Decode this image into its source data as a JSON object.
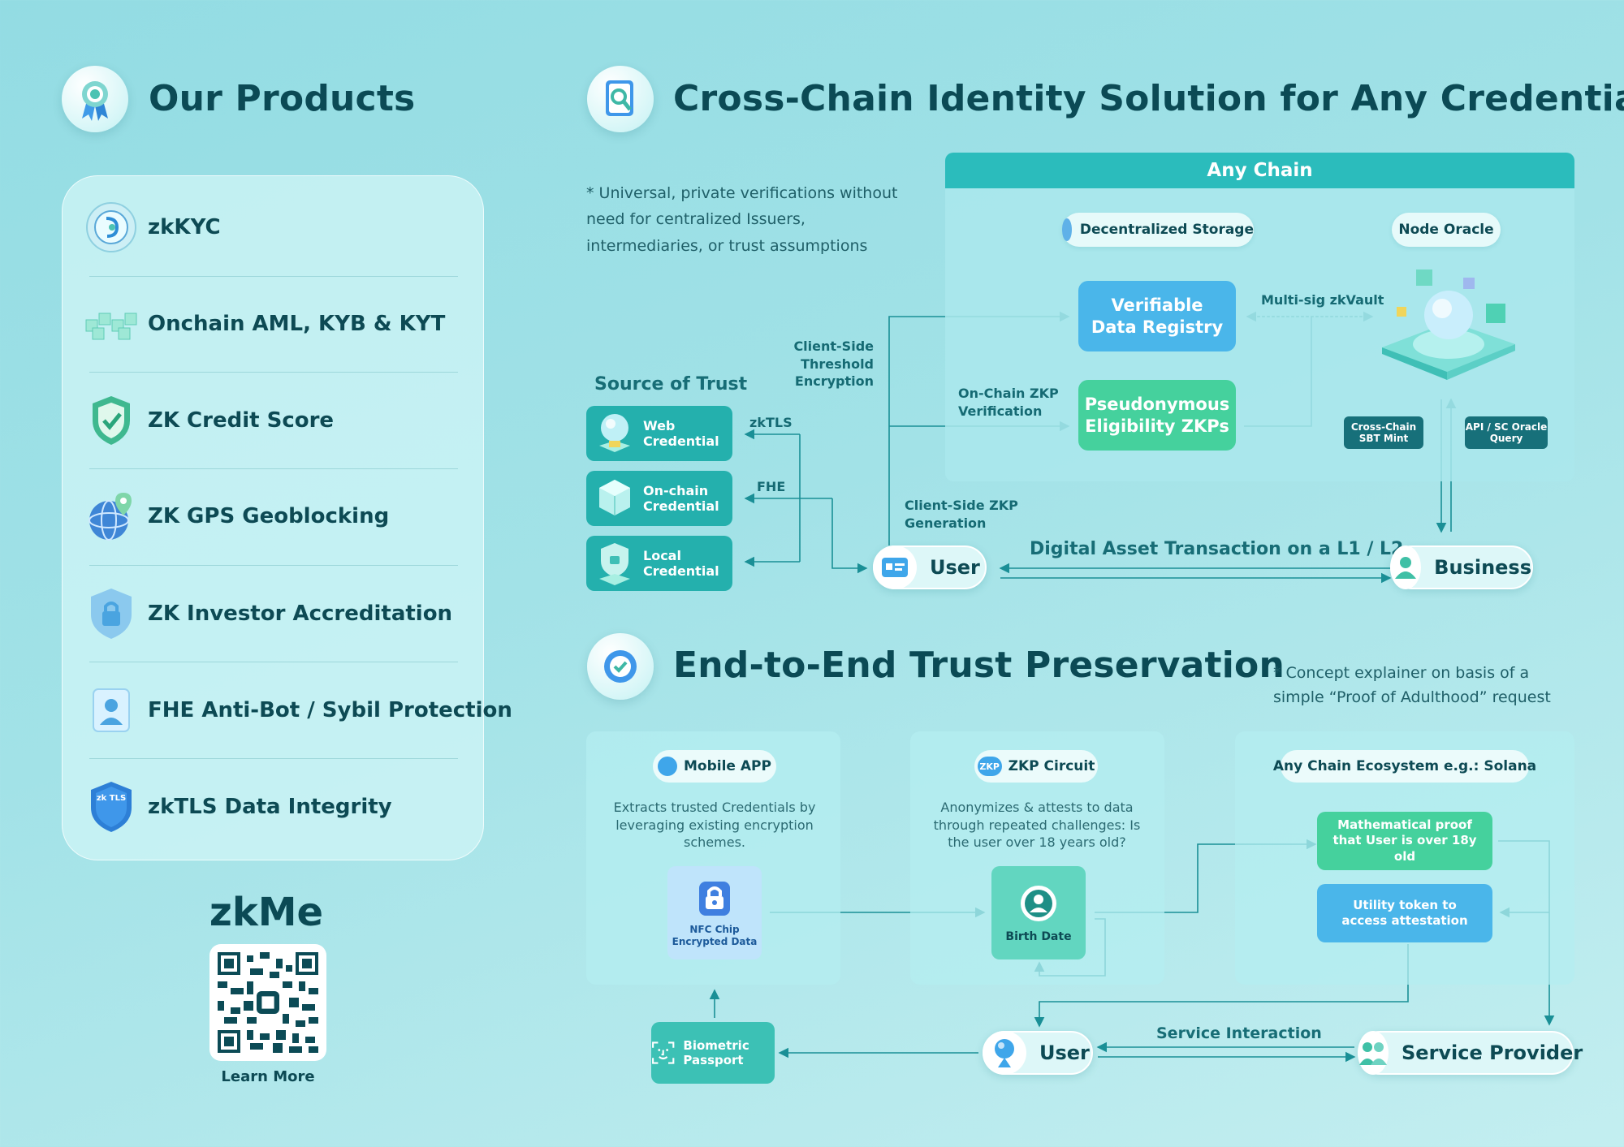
{
  "products": {
    "title": "Our Products",
    "items": [
      {
        "label": "zkKYC",
        "icon": "face-scan-icon"
      },
      {
        "label": "Onchain AML, KYB & KYT",
        "icon": "blocks-icon"
      },
      {
        "label": "ZK Credit Score",
        "icon": "shield-check-icon"
      },
      {
        "label": "ZK GPS Geoblocking",
        "icon": "globe-pin-icon"
      },
      {
        "label": "ZK Investor Accreditation",
        "icon": "lock-badge-icon"
      },
      {
        "label": "FHE Anti-Bot / Sybil Protection",
        "icon": "id-card-icon"
      },
      {
        "label": "zkTLS Data Integrity",
        "icon": "zktls-shield-icon"
      }
    ],
    "zktls_icon_text": "zk TLS",
    "brand": "zkMe",
    "learn_more": "Learn More"
  },
  "cross_chain": {
    "title": "Cross-Chain Identity Solution for Any Credential",
    "note": "*  Universal, private verifications without need for centralized Issuers, intermediaries, or trust assumptions",
    "any_chain": "Any Chain",
    "decentralized_storage": "Decentralized Storage",
    "node_oracle": "Node Oracle",
    "verifiable_data_registry": "Verifiable Data Registry",
    "pseudonymous_zkps": "Pseudonymous Eligibility ZKPs",
    "multisig": "Multi-sig zkVault",
    "cross_chain_sbt": "Cross-Chain SBT Mint",
    "api_sc": "API / SC Oracle Query",
    "source_of_trust": "Source of Trust",
    "sources": [
      {
        "label": "Web Credential"
      },
      {
        "label": "On-chain Credential"
      },
      {
        "label": "Local Credential"
      }
    ],
    "zktls": "zkTLS",
    "fhe": "FHE",
    "client_side_encryption": "Client-Side Threshold Encryption",
    "onchain_zkp": "On-Chain ZKP Verification",
    "client_side_zkp": "Client-Side ZKP Generation",
    "digital_asset_tx": "Digital Asset Transaction on a L1 / L2",
    "user": "User",
    "business": "Business"
  },
  "e2e": {
    "title": "End-to-End Trust Preservation",
    "note": "*  Concept explainer on basis of a simple “Proof of Adulthood” request",
    "mobile_app": "Mobile APP",
    "mobile_desc": "Extracts trusted Credentials by leveraging existing encryption schemes.",
    "nfc": "NFC Chip Encrypted Data",
    "zkp_circuit": "ZKP Circuit",
    "zkp_icon": "ZKP",
    "zkp_desc": "Anonymizes & attests to data through repeated challenges: Is the user over 18 years old?",
    "birth_date": "Birth Date",
    "ecosystem": "Any Chain Ecosystem e.g.: Solana",
    "math_proof": "Mathematical proof that User is over 18y old",
    "utility_token": "Utility token to access attestation",
    "biometric": "Biometric Passport",
    "user": "User",
    "service_interaction": "Service Interaction",
    "service_provider": "Service Provider"
  },
  "colors": {
    "teal": "#24b0ad",
    "blue_box": "#4ab6ea",
    "green_box": "#45d19d",
    "dark_tag": "#17707a",
    "heading": "#0b4a55"
  }
}
